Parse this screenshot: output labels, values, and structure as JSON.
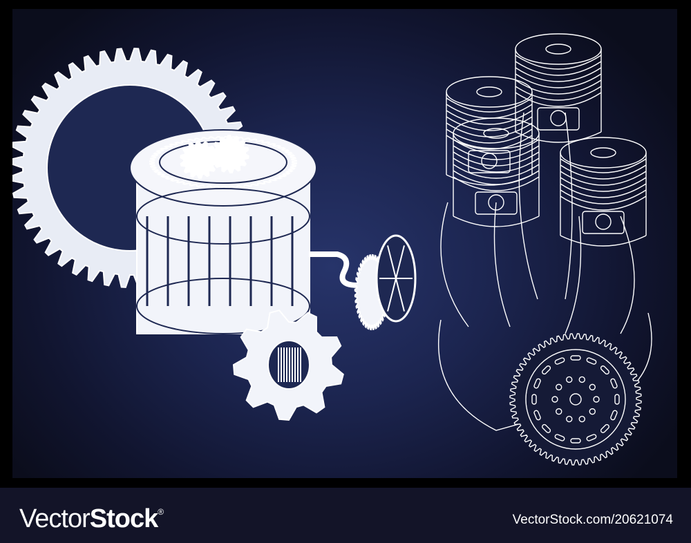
{
  "illustration": {
    "subject_left": "transmission gear assembly with planetary gears",
    "subject_right": "four pistons with crankshaft and flywheel gear",
    "style": "white line drawing on dark blue blueprint background",
    "colors": {
      "background_center": "#27346a",
      "background_edge": "#0b0d1c",
      "lines": "#ffffff",
      "frame": "#000000",
      "footer": "#131428"
    }
  },
  "watermark": {
    "brand_light": "Vector",
    "brand_bold": "Stock",
    "registered": "®",
    "reference": "VectorStock.com/20621074"
  }
}
